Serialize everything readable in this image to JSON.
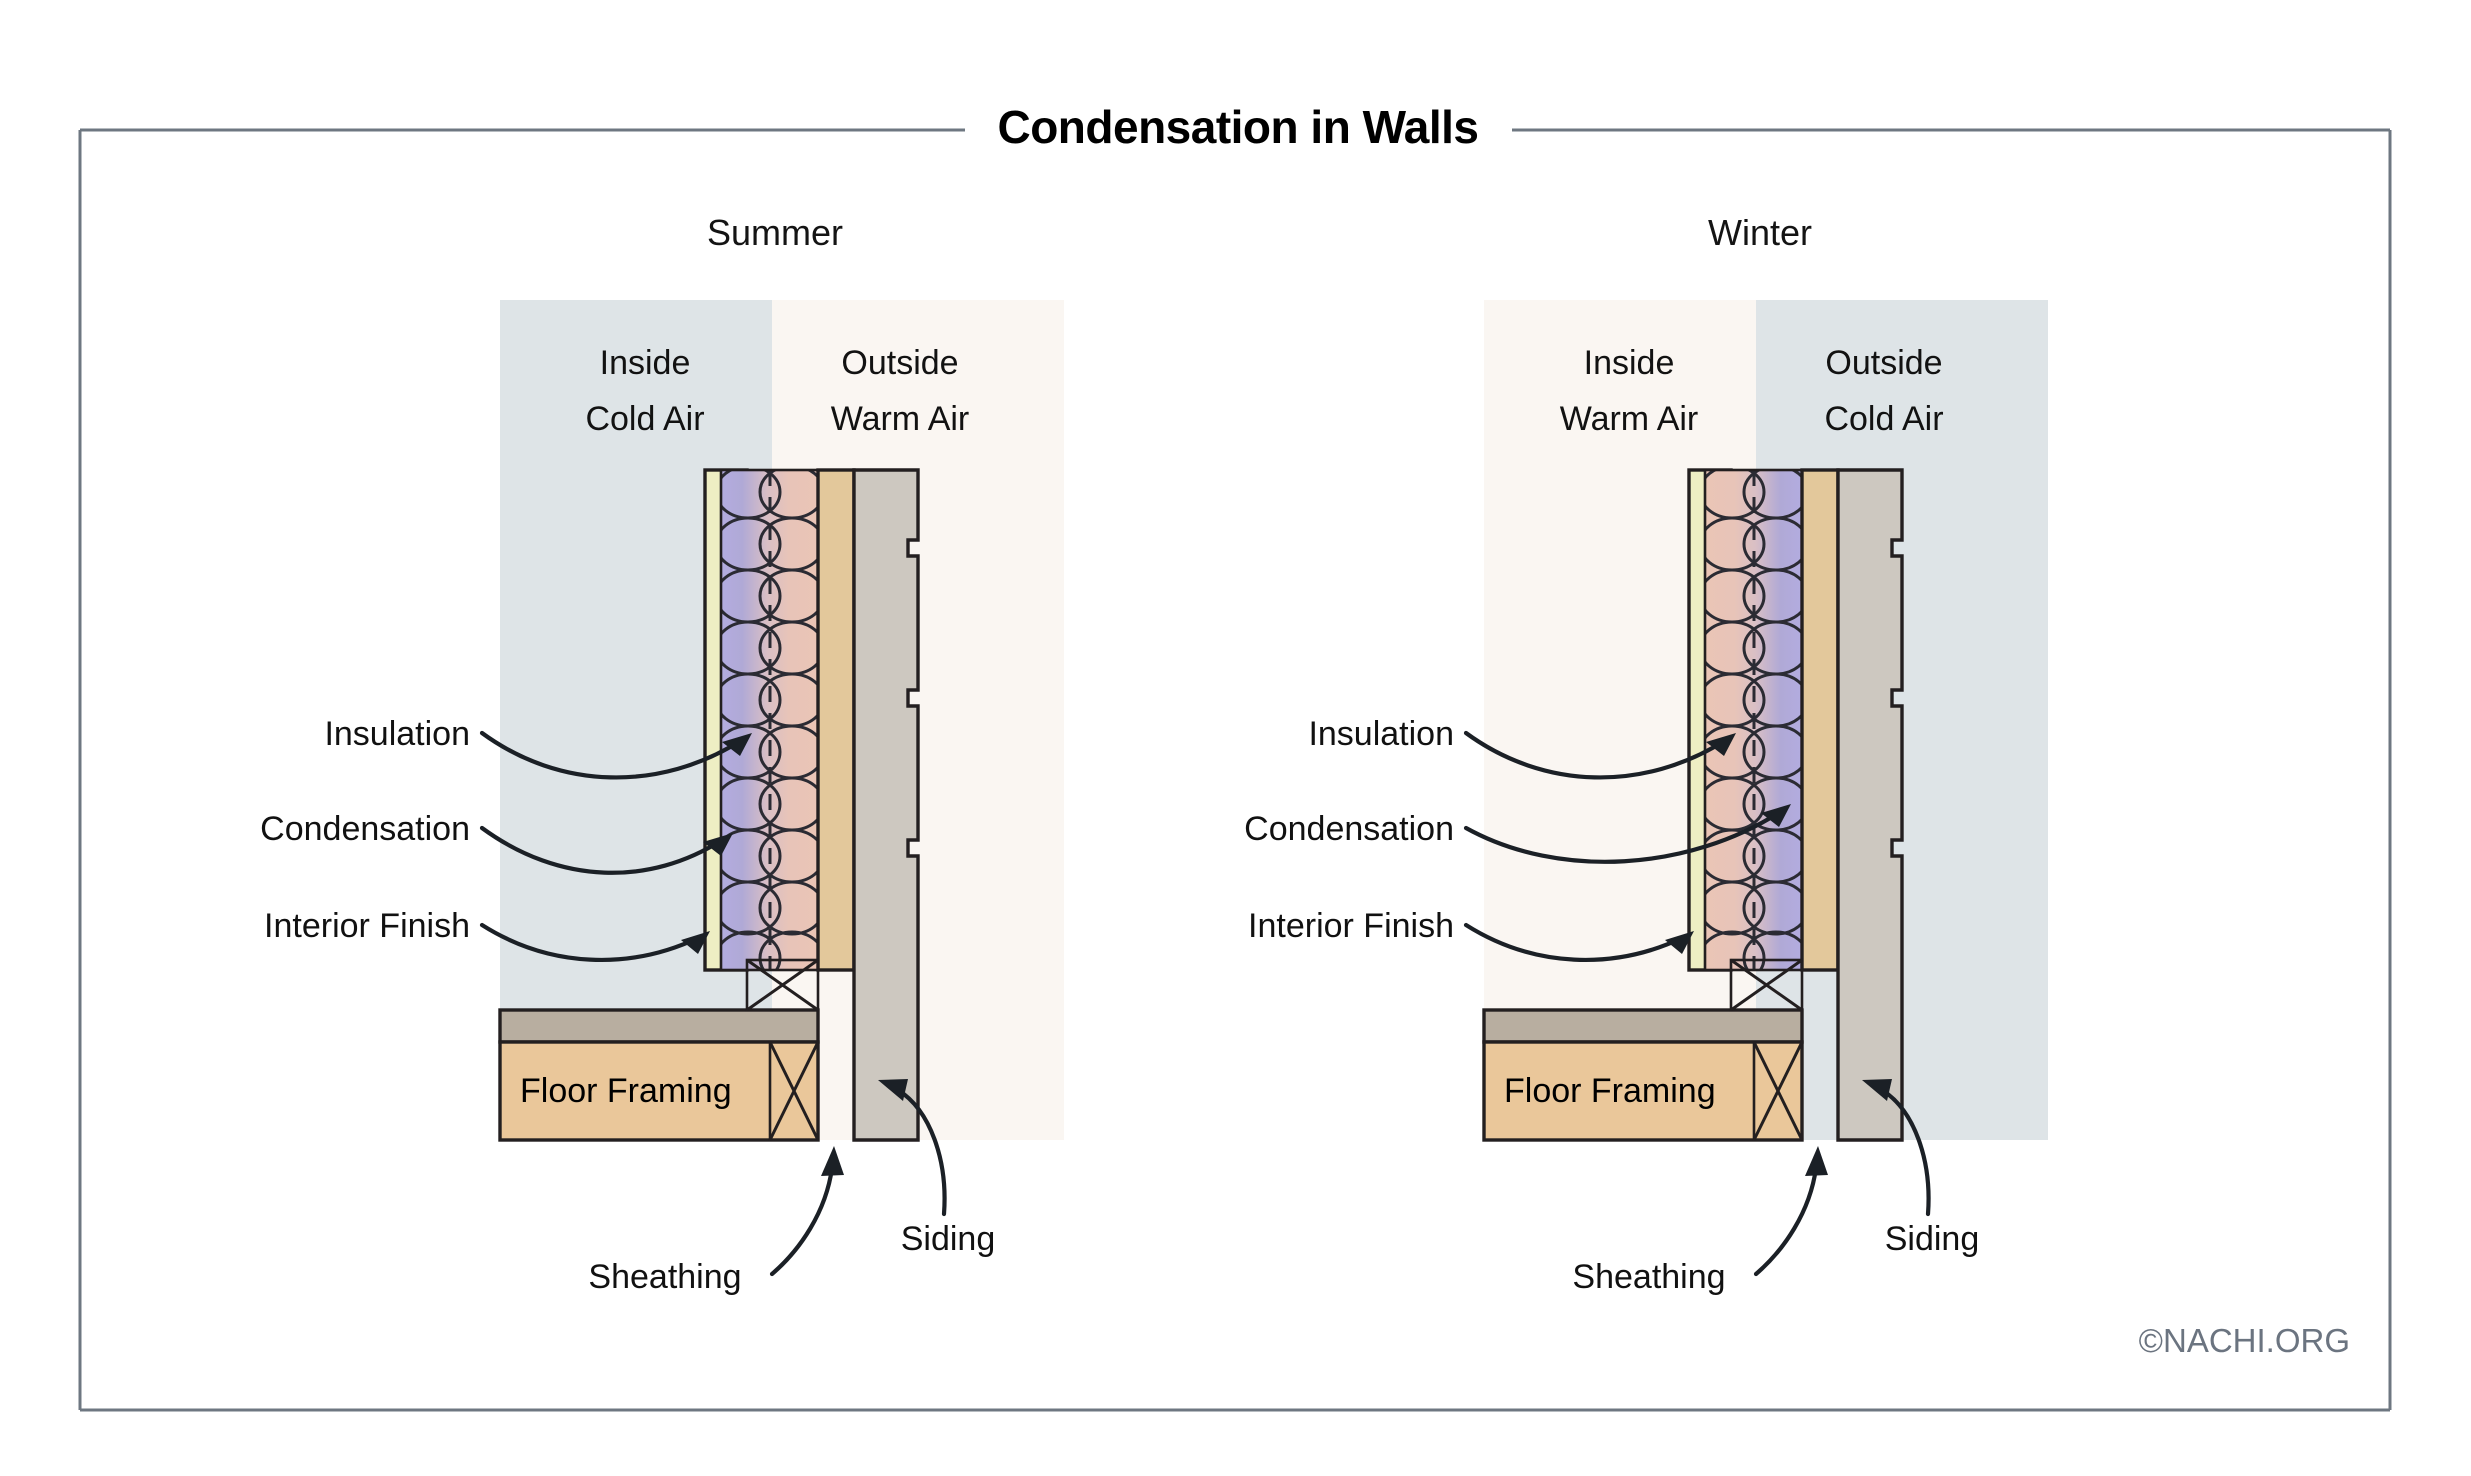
{
  "title": "Condensation in Walls",
  "watermark": "©NACHI.ORG",
  "colors": {
    "cold_air": "#dee4e7",
    "warm_air": "#faf6f2",
    "interior_finish": "#eeeec3",
    "insulation_pink": "#e8c4b8",
    "condensation_purple": "#a9a3ce",
    "sheathing": "#e3c89b",
    "siding": "#cdc8c0",
    "floor_framing": "#eac79a",
    "subfloor": "#b8aea0",
    "outline": "#231f20",
    "frame_border": "#6e7781",
    "watermark": "#6b7480",
    "title": "#000000"
  },
  "panels": [
    {
      "id": "summer",
      "season": "Summer",
      "inside": {
        "line1": "Inside",
        "line2": "Cold Air",
        "temperature": "cold"
      },
      "outside": {
        "line1": "Outside",
        "line2": "Warm Air",
        "temperature": "warm"
      },
      "condensation_side": "inside",
      "callouts": [
        {
          "label": "Insulation"
        },
        {
          "label": "Condensation"
        },
        {
          "label": "Interior Finish"
        },
        {
          "label": "Sheathing"
        },
        {
          "label": "Siding"
        }
      ],
      "floor_label": "Floor Framing"
    },
    {
      "id": "winter",
      "season": "Winter",
      "inside": {
        "line1": "Inside",
        "line2": "Warm Air",
        "temperature": "warm"
      },
      "outside": {
        "line1": "Outside",
        "line2": "Cold Air",
        "temperature": "cold"
      },
      "condensation_side": "outside",
      "callouts": [
        {
          "label": "Insulation"
        },
        {
          "label": "Condensation"
        },
        {
          "label": "Interior Finish"
        },
        {
          "label": "Sheathing"
        },
        {
          "label": "Siding"
        }
      ],
      "floor_label": "Floor Framing"
    }
  ]
}
